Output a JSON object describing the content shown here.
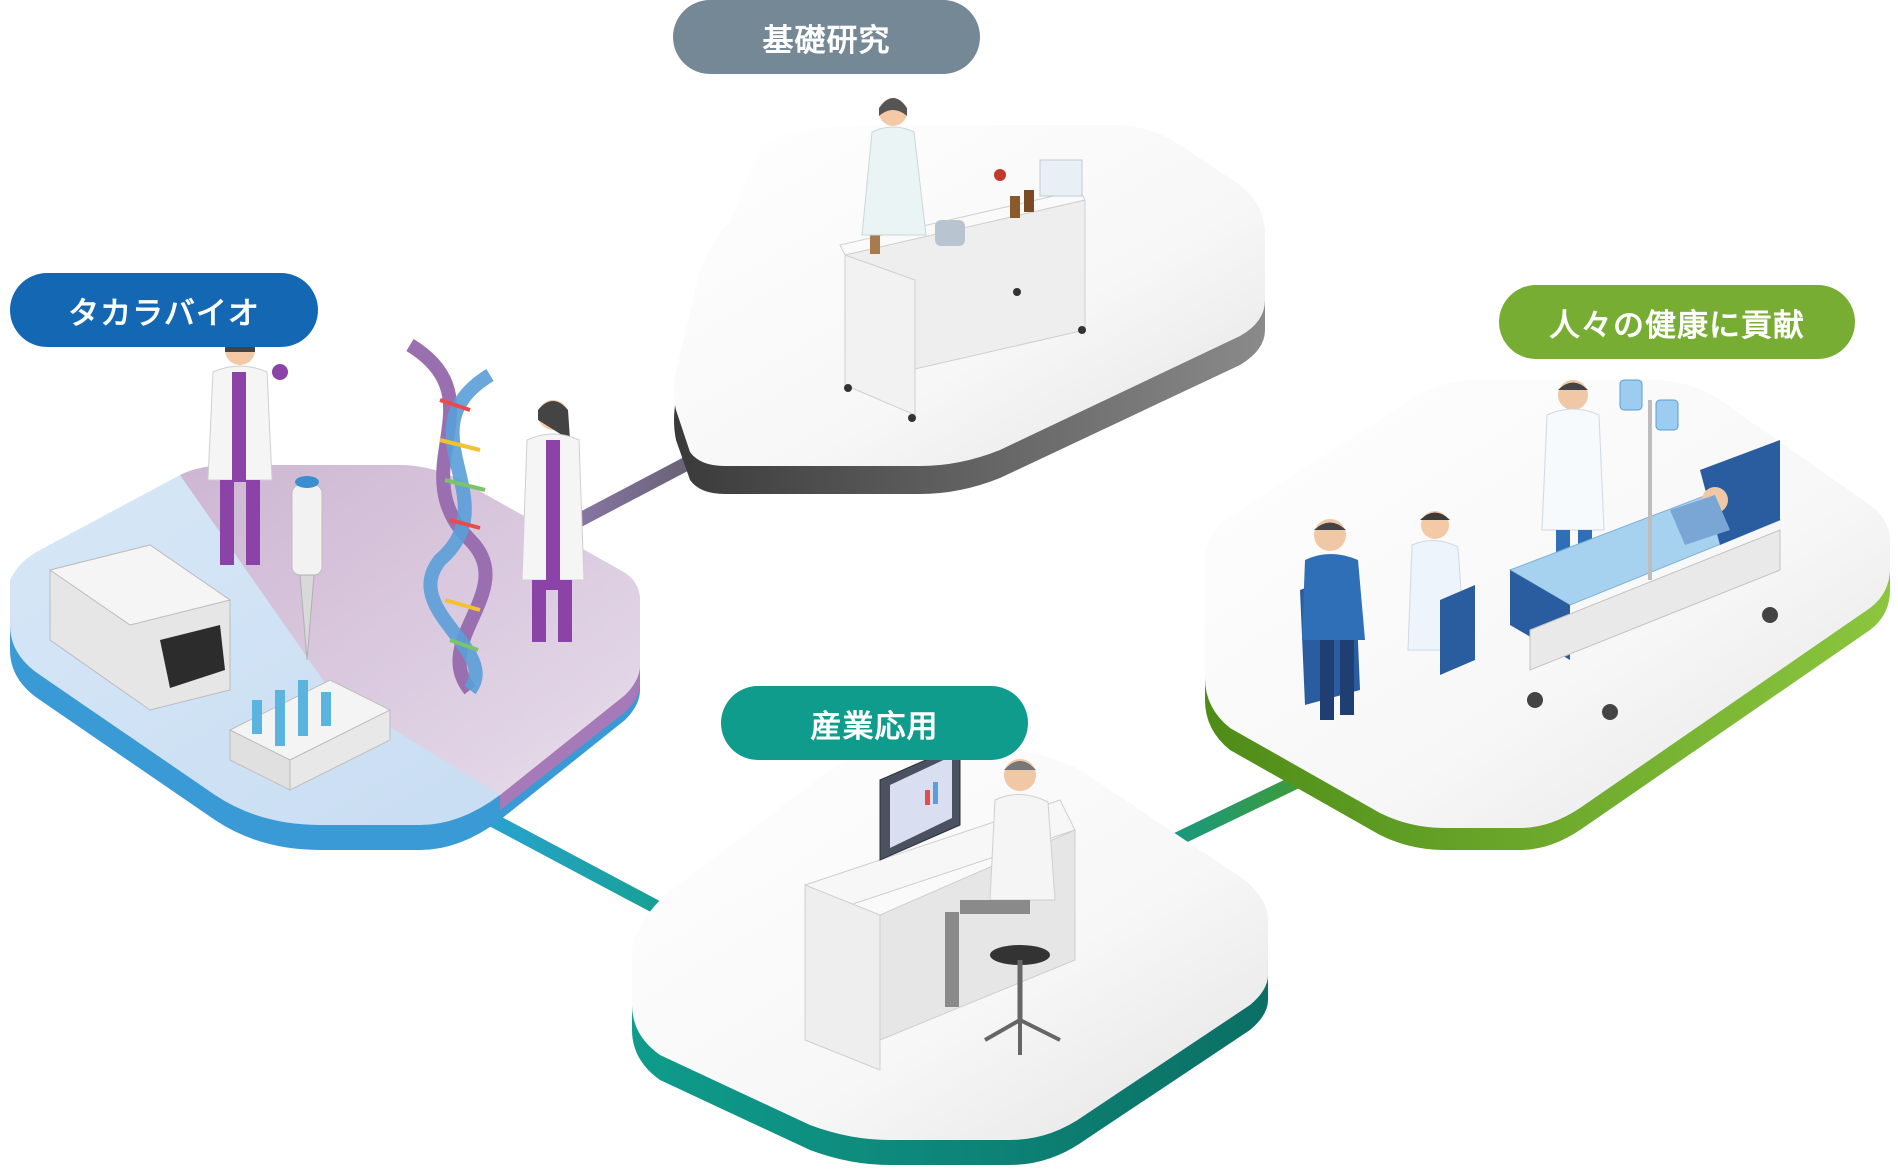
{
  "labels": {
    "basic_research": "基礎研究",
    "takara_bio": "タカラバイオ",
    "industrial_application": "産業応用",
    "health_contribution": "人々の健康に貢献"
  },
  "colors": {
    "basic_research": "#748896",
    "takara_bio": "#1467b3",
    "industrial_application": "#0f9c8c",
    "health_contribution": "#77ad32",
    "link_takara_basic": "#6b6b82",
    "link_basic_industry": "#2a9a8f",
    "link_takara_industry": "#18a0b8",
    "link_industry_health": "#1d9a82"
  },
  "icons": [
    "scientist-with-flask-icon",
    "dna-helix-icon",
    "thermal-cycler-icon",
    "pipette-icon",
    "test-tube-rack-icon",
    "lab-bench-icon",
    "computer-workstation-icon",
    "hospital-bed-icon",
    "doctor-icon",
    "vaccination-icon"
  ]
}
